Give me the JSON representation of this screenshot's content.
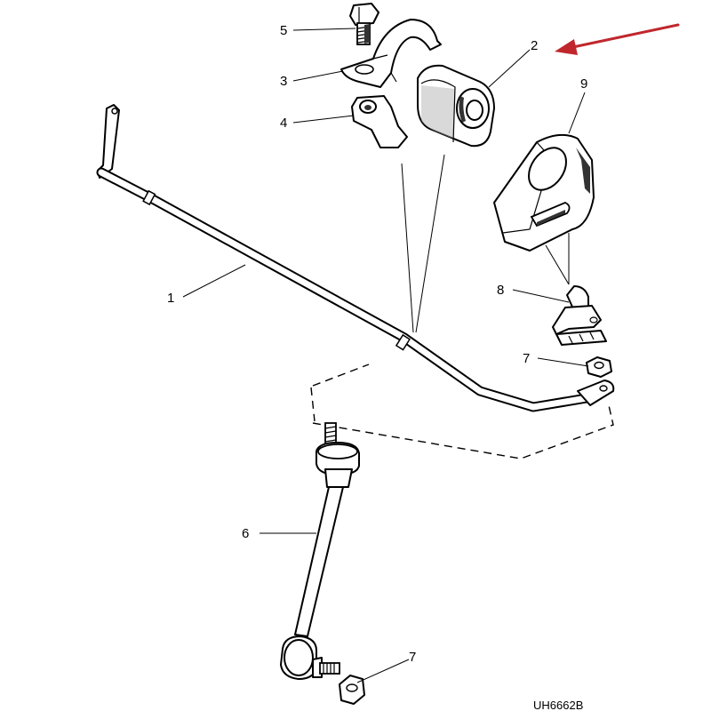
{
  "callouts": [
    {
      "id": "1",
      "label": "1"
    },
    {
      "id": "2",
      "label": "2"
    },
    {
      "id": "3",
      "label": "3"
    },
    {
      "id": "4",
      "label": "4"
    },
    {
      "id": "5",
      "label": "5"
    },
    {
      "id": "6",
      "label": "6"
    },
    {
      "id": "7a",
      "label": "7"
    },
    {
      "id": "7b",
      "label": "7"
    },
    {
      "id": "8",
      "label": "8"
    },
    {
      "id": "9",
      "label": "9"
    }
  ],
  "reference_code": "UH6662B",
  "colors": {
    "pointer_arrow": "#c0272d",
    "line": "#000000"
  }
}
